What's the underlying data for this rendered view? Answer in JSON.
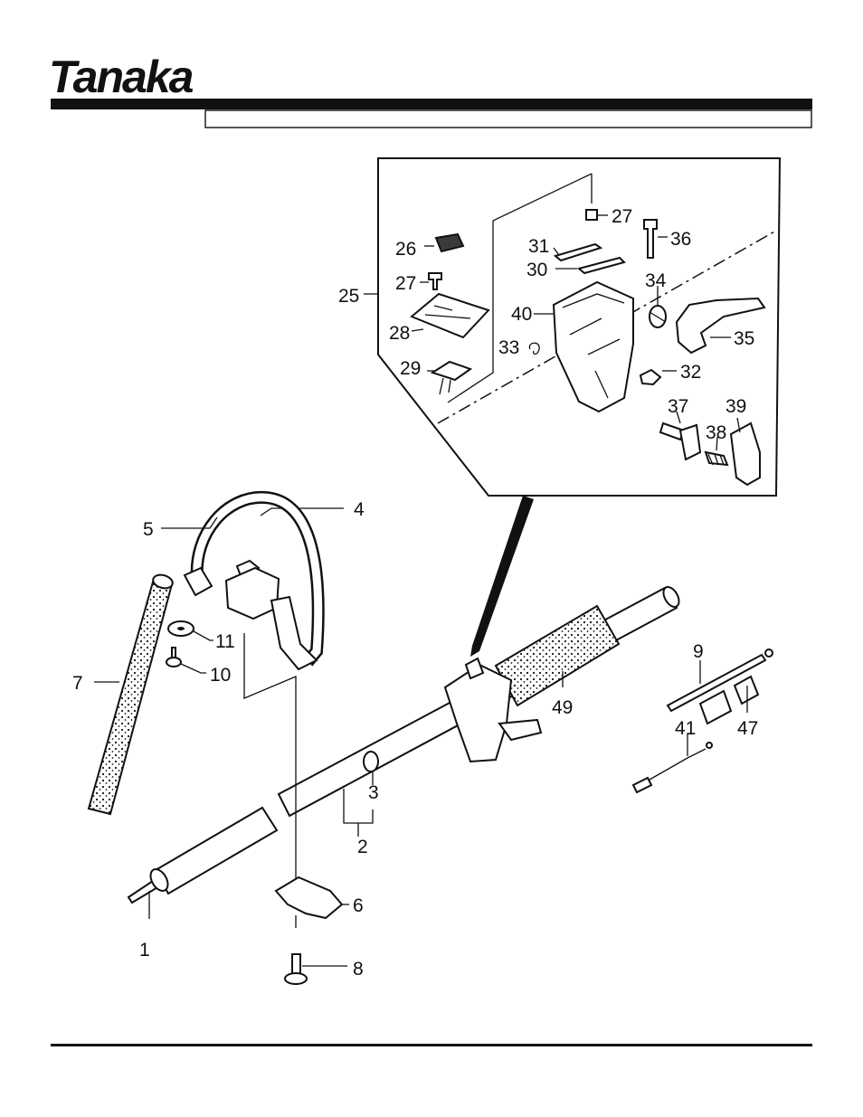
{
  "header": {
    "brand": "Tanaka",
    "registered_mark": "®",
    "title_box_text": ""
  },
  "diagram": {
    "callouts": [
      "1",
      "2",
      "3",
      "4",
      "5",
      "6",
      "7",
      "8",
      "9",
      "10",
      "11",
      "25",
      "26",
      "27",
      "27",
      "28",
      "29",
      "30",
      "31",
      "32",
      "33",
      "34",
      "35",
      "36",
      "37",
      "38",
      "39",
      "40",
      "41",
      "47",
      "49"
    ]
  },
  "colors": {
    "ink": "#111111",
    "foam": "#2f2f2f",
    "background": "#ffffff"
  }
}
